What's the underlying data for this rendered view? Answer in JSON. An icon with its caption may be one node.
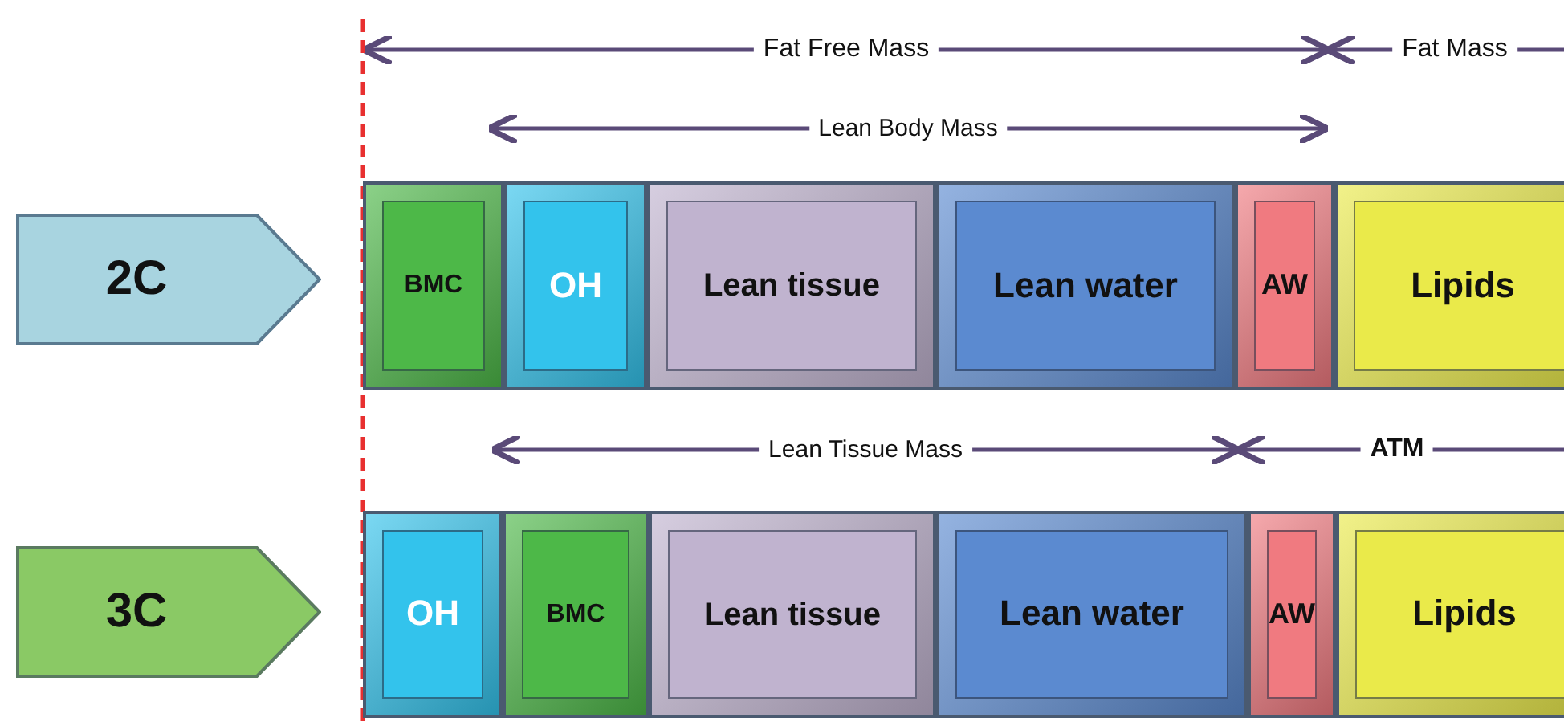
{
  "diagram": {
    "nodes": [
      {
        "text": [
          "2C"
        ]
      },
      {
        "text": [
          "BMC"
        ]
      },
      {
        "text": [
          "OH"
        ]
      },
      {
        "text": [
          "Lean tissue"
        ]
      },
      {
        "text": [
          "Lean water"
        ]
      },
      {
        "text": [
          "AW"
        ]
      },
      {
        "text": [
          "Lipids"
        ]
      },
      {
        "text": [
          "3C"
        ]
      },
      {
        "text": [
          "OH"
        ]
      },
      {
        "text": [
          "BMC"
        ]
      },
      {
        "text": [
          "Lean tissue"
        ]
      },
      {
        "text": [
          "Lean water"
        ]
      },
      {
        "text": [
          "AW"
        ]
      },
      {
        "text": [
          "Lipids"
        ]
      }
    ],
    "edges": [],
    "labels": [
      "Fat Free Mass",
      "Fat Mass",
      "Lean Body Mass",
      "Lean Tissue Mass",
      "ATM"
    ]
  }
}
